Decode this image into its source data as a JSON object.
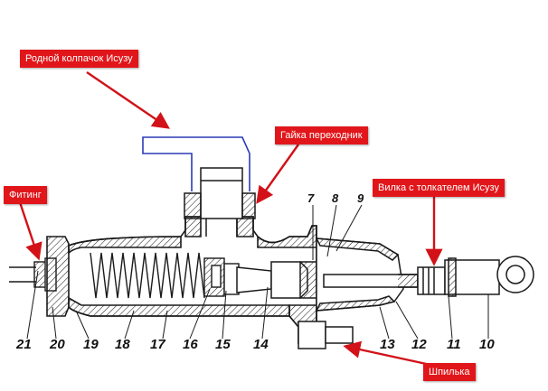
{
  "callouts": {
    "native_cap": "Родной колпачок Исузу",
    "adapter_nut": "Гайка переходник",
    "fitting": "Фитинг",
    "fork_pusher": "Вилка с толкателем Исузу",
    "stud": "Шпилька"
  },
  "part_numbers": [
    "7",
    "8",
    "9",
    "10",
    "11",
    "12",
    "13",
    "14",
    "15",
    "16",
    "17",
    "18",
    "19",
    "20",
    "21"
  ],
  "colors": {
    "callout_bg": "#e1161a",
    "arrow": "#d21218",
    "cap_outline": "#2a3bb8",
    "line": "#1a1a1a"
  }
}
